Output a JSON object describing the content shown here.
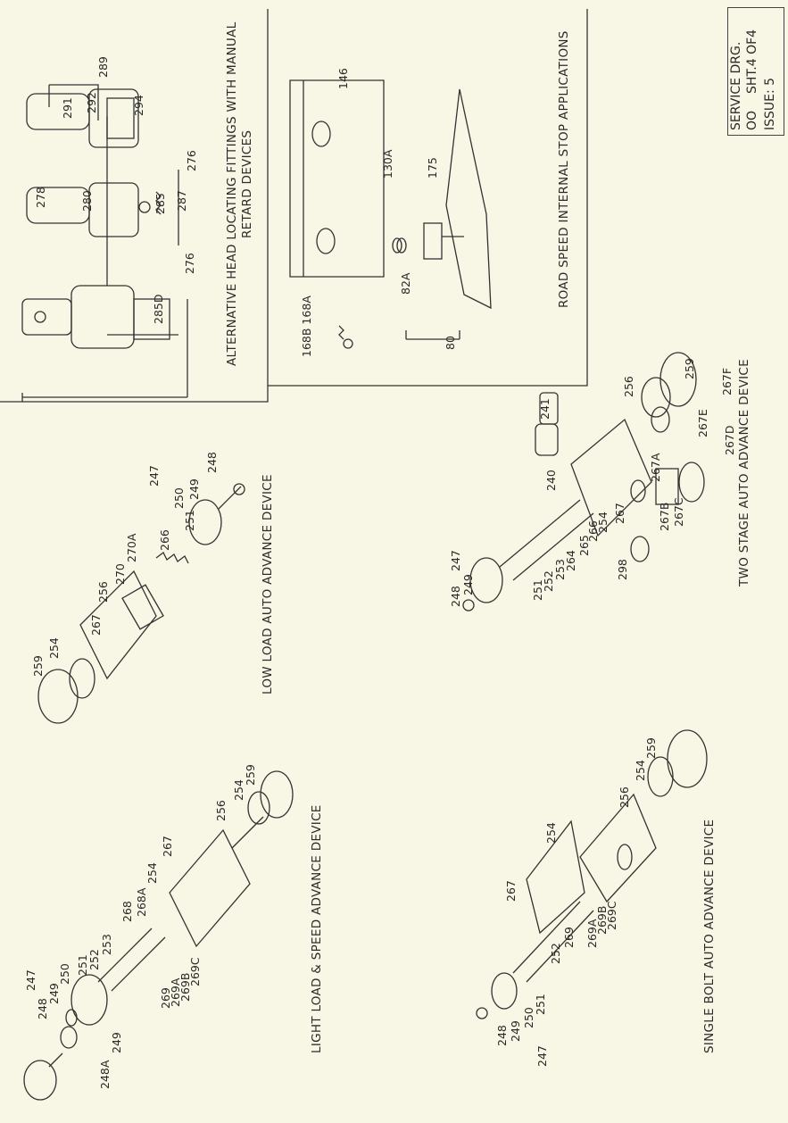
{
  "stamp": {
    "line1": "SERVICE DRG.",
    "line2": "OO",
    "line3": "SHT.4 OF4",
    "line4": "ISSUE: 5"
  },
  "alt_head": {
    "title_line1": "ALTERNATIVE  HEAD  LOCATING FITTINGS  WITH MANUAL",
    "title_line2": "RETARD DEVICES",
    "labels": [
      "285D",
      "276",
      "278",
      "280",
      "285",
      "287",
      "276",
      "291",
      "292",
      "294",
      "289"
    ]
  },
  "road_speed": {
    "title": "ROAD SPEED INTERNAL STOP APPLICATIONS",
    "labels": [
      "168B 168A",
      "80",
      "82A",
      "130A",
      "175",
      "146"
    ]
  },
  "low_load": {
    "title": "LOW  LOAD  AUTO ADVANCE DEVICE",
    "labels": [
      "259",
      "254",
      "267",
      "256",
      "270",
      "270A",
      "266",
      "251",
      "250",
      "249",
      "247",
      "248"
    ]
  },
  "two_stage": {
    "title": "TWO  STAGE  AUTO  ADVANCE DEVICE",
    "labels": [
      "248",
      "249",
      "247",
      "251",
      "252",
      "253",
      "264",
      "265",
      "266",
      "254",
      "267",
      "240",
      "241",
      "256",
      "259",
      "267F",
      "267E",
      "267D",
      "267A",
      "267B",
      "267C",
      "298"
    ]
  },
  "light_load": {
    "title": "LIGHT  LOAD  &  SPEED  ADVANCE DEVICE",
    "labels": [
      "248A",
      "249",
      "248",
      "247",
      "249",
      "250",
      "251",
      "252",
      "253",
      "269",
      "269A",
      "269B",
      "269C",
      "268",
      "268A",
      "254",
      "267",
      "256",
      "254",
      "259"
    ]
  },
  "single_bolt": {
    "title": "SINGLE  BOLT  AUTO  ADVANCE DEVICE",
    "labels": [
      "248",
      "249",
      "250",
      "251",
      "247",
      "252",
      "269",
      "269A",
      "269B",
      "269C",
      "267",
      "254",
      "256",
      "254",
      "259"
    ]
  }
}
